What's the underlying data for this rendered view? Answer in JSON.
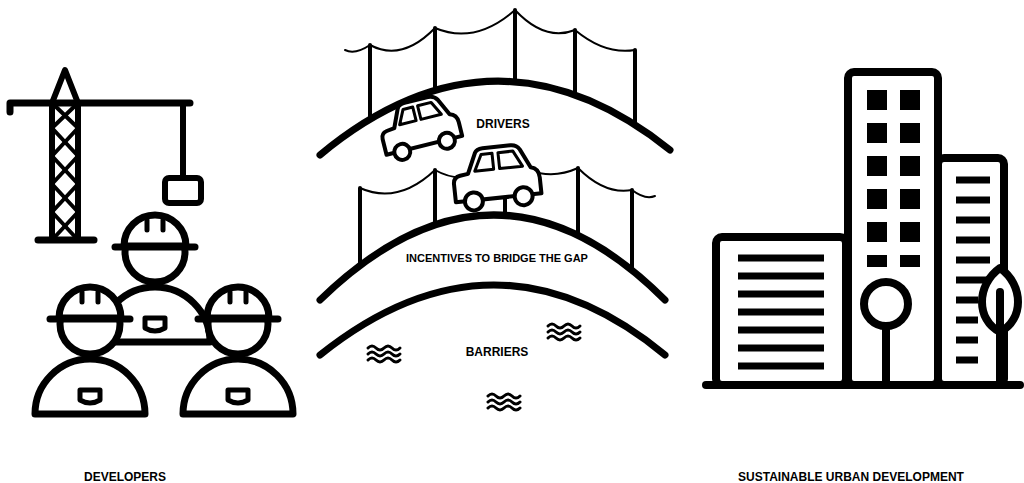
{
  "diagram": {
    "nodes": [
      {
        "text": [
          "DEVELOPERS"
        ]
      },
      {
        "text": [
          "DRIVERS"
        ]
      },
      {
        "text": [
          "INCENTIVES TO BRIDGE THE GAP"
        ]
      },
      {
        "text": [
          "BARRIERS"
        ]
      },
      {
        "text": [
          "SUSTAINABLE URBAN DEVELOPMENT"
        ]
      }
    ]
  }
}
